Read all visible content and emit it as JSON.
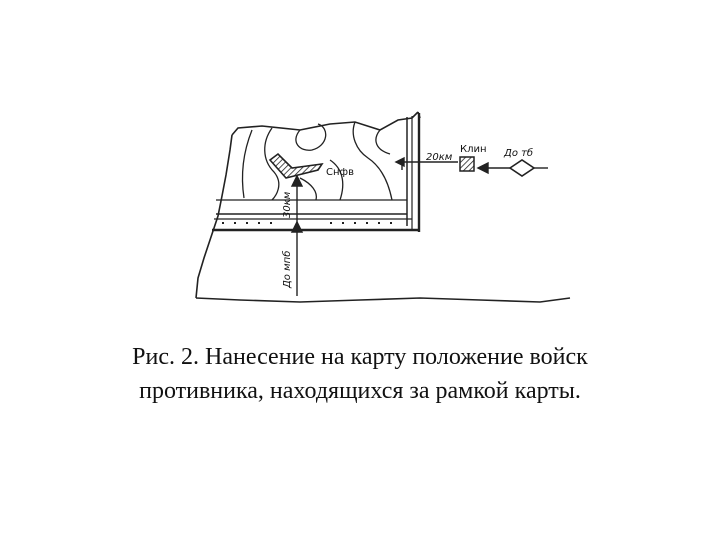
{
  "figure": {
    "labels": {
      "village": "Снфв",
      "wedge": "Клин",
      "dist_right": "20км",
      "dist_down": "30км",
      "right_unit": "До тб",
      "bottom_unit": "До мпб"
    }
  },
  "caption": {
    "line1": "Рис. 2. Нанесение на карту положение войск",
    "line2": "противника, находящихся за рамкой карты."
  }
}
